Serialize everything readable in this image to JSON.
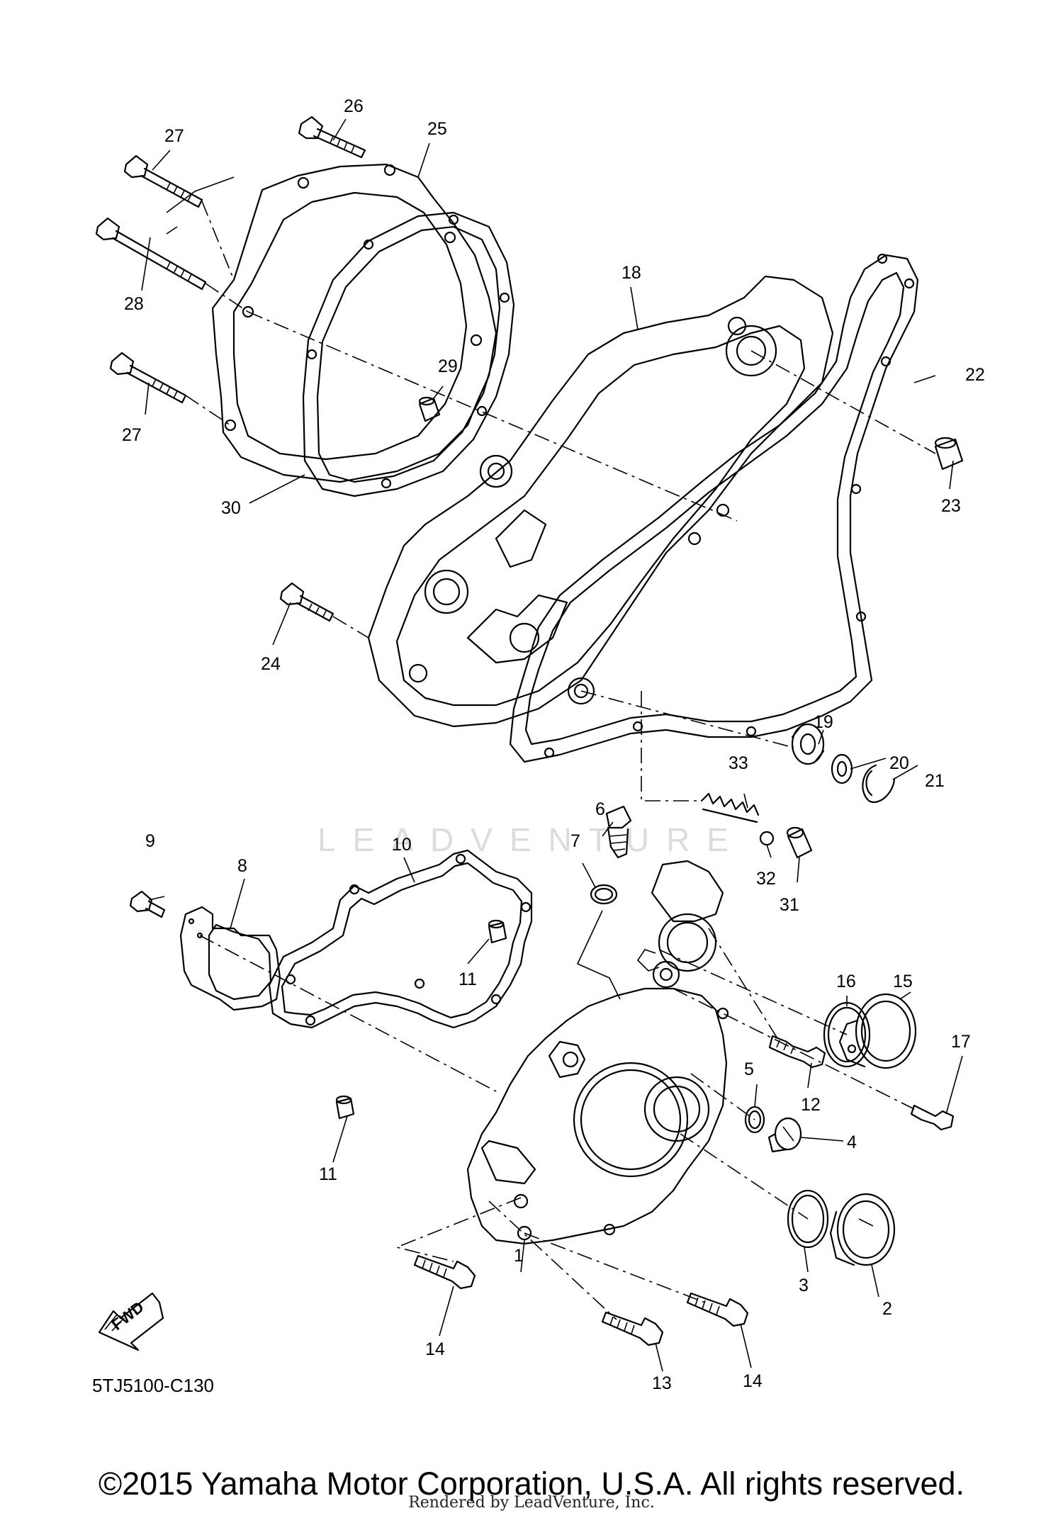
{
  "diagram": {
    "code": "5TJ5100-C130",
    "watermark": "LEADVENTURE",
    "fwd_label": "FWD",
    "part_numbers": {
      "p1": "1",
      "p2": "2",
      "p3": "3",
      "p4": "4",
      "p5": "5",
      "p6": "6",
      "p7": "7",
      "p8": "8",
      "p9": "9",
      "p10": "10",
      "p11a": "11",
      "p11b": "11",
      "p12": "12",
      "p13": "13",
      "p14a": "14",
      "p14b": "14",
      "p15": "15",
      "p16": "16",
      "p17": "17",
      "p18": "18",
      "p19": "19",
      "p20": "20",
      "p21": "21",
      "p22": "22",
      "p23": "23",
      "p24": "24",
      "p25": "25",
      "p26": "26",
      "p27a": "27",
      "p27b": "27",
      "p28": "28",
      "p29": "29",
      "p30": "30",
      "p31": "31",
      "p32": "32",
      "p33": "33"
    }
  },
  "footer": {
    "copyright": "©2015 Yamaha Motor Corporation, U.S.A. All rights reserved.",
    "rendered_by": "Rendered by LeadVenture, Inc."
  }
}
